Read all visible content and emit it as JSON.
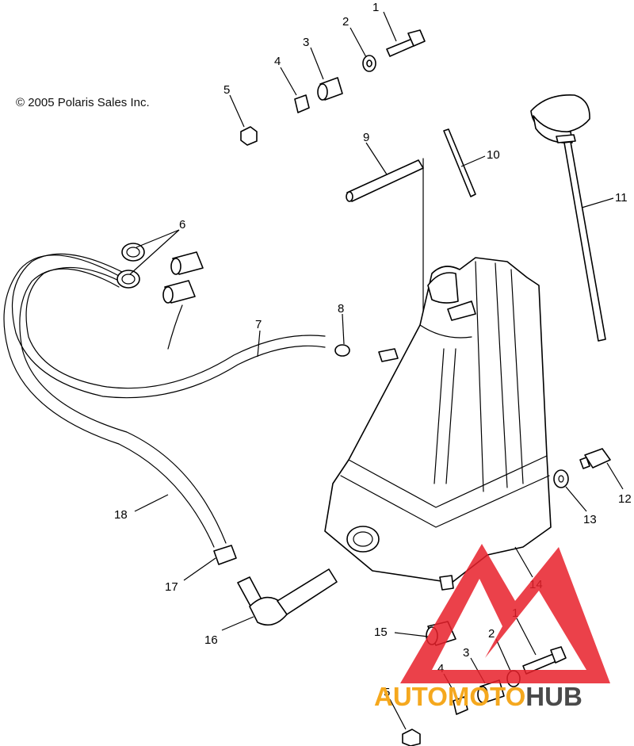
{
  "copyright": "© 2005 Polaris Sales Inc.",
  "callouts": [
    {
      "id": "c1-top",
      "label": "1"
    },
    {
      "id": "c2-top",
      "label": "2"
    },
    {
      "id": "c3-top",
      "label": "3"
    },
    {
      "id": "c4-top",
      "label": "4"
    },
    {
      "id": "c5-top",
      "label": "5"
    },
    {
      "id": "c6",
      "label": "6"
    },
    {
      "id": "c7",
      "label": "7"
    },
    {
      "id": "c8",
      "label": "8"
    },
    {
      "id": "c9",
      "label": "9"
    },
    {
      "id": "c10",
      "label": "10"
    },
    {
      "id": "c11",
      "label": "11"
    },
    {
      "id": "c12",
      "label": "12"
    },
    {
      "id": "c13",
      "label": "13"
    },
    {
      "id": "c14",
      "label": "14"
    },
    {
      "id": "c15",
      "label": "15"
    },
    {
      "id": "c16",
      "label": "16"
    },
    {
      "id": "c17",
      "label": "17"
    },
    {
      "id": "c18",
      "label": "18"
    },
    {
      "id": "c1-bottom",
      "label": "1"
    },
    {
      "id": "c2-bottom",
      "label": "2"
    },
    {
      "id": "c3-bottom",
      "label": "3"
    },
    {
      "id": "c4-bottom",
      "label": "4"
    },
    {
      "id": "c5-bottom",
      "label": "5"
    }
  ],
  "watermark": {
    "brand_part1": "AUTOMOTO",
    "brand_part2": "HUB",
    "color_primary": "#e8202a",
    "color_secondary": "#f5a81e",
    "color_dark": "#4a4a4a"
  }
}
